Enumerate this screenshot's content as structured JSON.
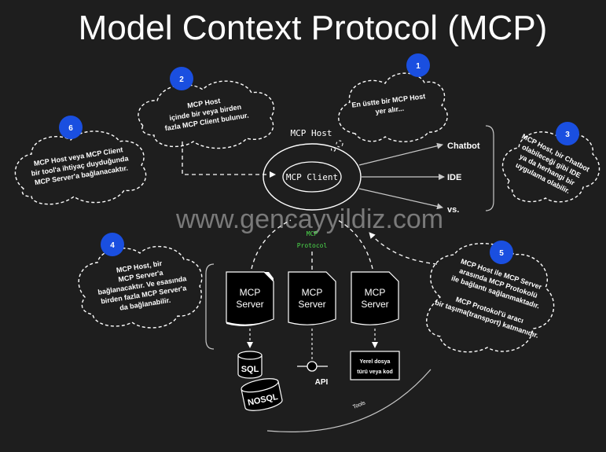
{
  "title": "Model Context Protocol (MCP)",
  "watermark": "www.gencayyildiz.com",
  "host_label": "MCP Host",
  "client_label": "MCP Client",
  "protocol_label": [
    "MCP",
    "Protocol"
  ],
  "outputs": [
    "Chatbot",
    "IDE",
    "vs."
  ],
  "servers": [
    {
      "line1": "MCP",
      "line2": "Server"
    },
    {
      "line1": "MCP",
      "line2": "Server"
    },
    {
      "line1": "MCP",
      "line2": "Server"
    }
  ],
  "resources": {
    "sql": "SQL",
    "nosql": "NOSQL",
    "api": "API",
    "local_file": [
      "Yerel dosya",
      "türü veya kod"
    ],
    "tools": "Tools"
  },
  "notes": [
    {
      "badge": "1",
      "lines": [
        "En üstte bir MCP Host",
        "yer alır..."
      ]
    },
    {
      "badge": "2",
      "lines": [
        "MCP Host",
        "içinde bir veya birden",
        "fazla MCP Client bulunur."
      ]
    },
    {
      "badge": "3",
      "lines": [
        "MCP Host, bir Chatbot",
        "olabileceği gibi IDE",
        "ya da herhangi bir",
        "uygulama olabilir."
      ]
    },
    {
      "badge": "4",
      "lines": [
        "MCP Host, bir",
        "MCP Server'a",
        "bağlanacaktır. Ve esasında",
        "birden fazla MCP Server'a",
        "da bağlanabilir."
      ]
    },
    {
      "badge": "5",
      "lines": [
        "MCP Host ile MCP Server",
        "arasında MCP Protokolü",
        "ile bağlantı sağlanmaktadır.",
        "",
        "MCP Protokol'ü aracı",
        "bir taşıma(transport) katmanıdır."
      ]
    },
    {
      "badge": "6",
      "lines": [
        "MCP Host veya MCP Client",
        "bir tool'a ihtiyaç duyduğunda",
        "MCP Server'a bağlanacaktır."
      ]
    }
  ],
  "colors": {
    "background": "#1e1e1e",
    "badge": "#1a4fe0",
    "protocol": "#4cdc4c",
    "watermark": "#7a7a7a"
  }
}
